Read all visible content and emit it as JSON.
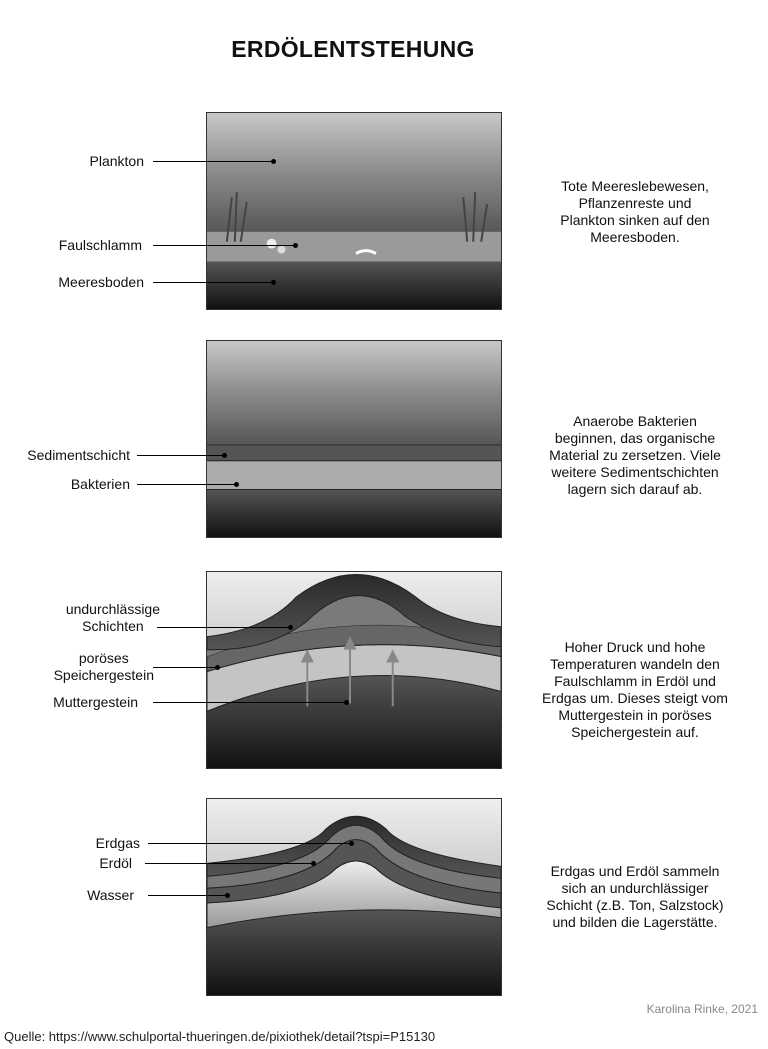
{
  "title": "ERDÖLENTSTEHUNG",
  "steps": [
    {
      "labels": [
        "Plankton",
        "Faulschlamm",
        "Meeresboden"
      ],
      "description": "Tote Meereslebewesen,\nPflanzenreste und\nPlankton sinken auf den\nMeeresboden."
    },
    {
      "labels": [
        "Sedimentschicht",
        "Bakterien"
      ],
      "description": "Anaerobe Bakterien\nbeginnen, das organische\nMaterial zu zersetzen. Viele\nweitere Sedimentschichten\nlagern sich darauf ab."
    },
    {
      "labels": [
        "undurchlässige\nSchichten",
        "poröses\nSpeichergestein",
        "Muttergestein"
      ],
      "description": "Hoher Druck und hohe\nTemperaturen wandeln den\nFaulschlamm in Erdöl und\nErdgas um. Dieses steigt vom\nMuttergestein in poröses\nSpeichergestein auf."
    },
    {
      "labels": [
        "Erdgas",
        "Erdöl",
        "Wasser"
      ],
      "description": "Erdgas und Erdöl sammeln\nsich an undurchlässiger\nSchicht (z.B. Ton, Salzstock)\nund bilden die Lagerstätte."
    }
  ],
  "credit": "Karolina Rinke, 2021",
  "source": "Quelle: https://www.schulportal-thueringen.de/pixiothek/detail?tspi=P15130"
}
